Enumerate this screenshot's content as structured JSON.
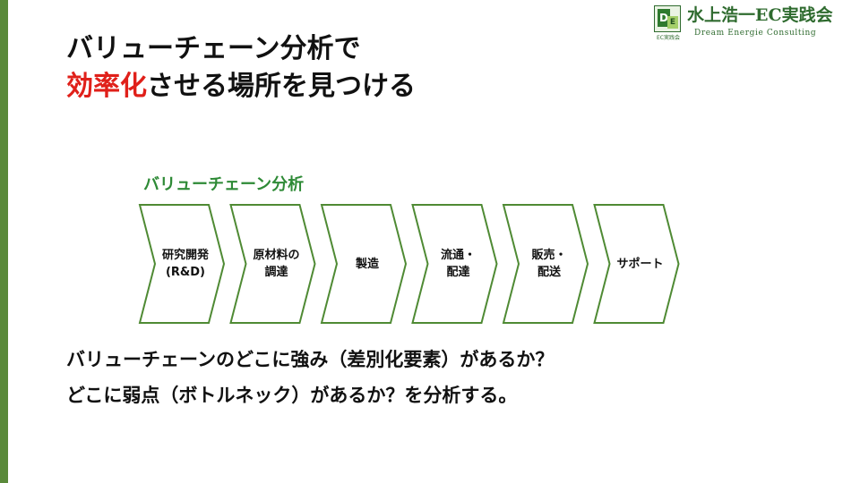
{
  "logo": {
    "mark_left": "D",
    "mark_right": "E",
    "small_text": "EC実践会",
    "title": "水上浩一EC実践会",
    "subtitle": "Dream Energie Consulting"
  },
  "title": {
    "line1": "バリューチェーン分析で",
    "line2_highlight": "効率化",
    "line2_rest": "させる場所を見つける"
  },
  "chain": {
    "title": "バリューチェーン分析",
    "steps": [
      {
        "label": "研究開発\n(R&D)"
      },
      {
        "label": "原材料の\n調達"
      },
      {
        "label": "製造"
      },
      {
        "label": "流通・\n配達"
      },
      {
        "label": "販売・\n配送"
      },
      {
        "label": "サポート"
      }
    ]
  },
  "questions": {
    "line1": "バリューチェーンのどこに強み（差別化要素）があるか？",
    "line2": "どこに弱点（ボトルネック）があるか？を分析する。"
  },
  "colors": {
    "accent_green": "#2e8a36",
    "arrow_border": "#4f8a34",
    "highlight_red": "#e0201a",
    "left_bar": "#5a8a3a"
  }
}
